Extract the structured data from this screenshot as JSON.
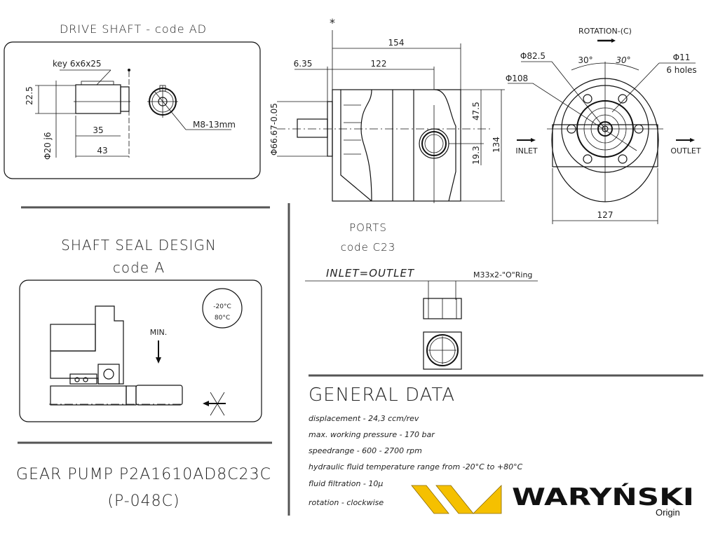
{
  "drive_shaft": {
    "title": "DRIVE SHAFT - code AD",
    "key_label": "key 6x6x25",
    "dim_height": "22.5",
    "dim_diameter": "Φ20 j6",
    "dim_35": "35",
    "dim_43": "43",
    "thread_label": "M8-13mm"
  },
  "side_view": {
    "datum_mark": "*",
    "dim_154": "154",
    "dim_122": "122",
    "dim_635": "6.35",
    "dim_flange": "Φ66.67-0.05",
    "dim_475": "47.5",
    "dim_193": "19.3",
    "dim_134": "134"
  },
  "front_view": {
    "rotation_label": "ROTATION-(C)",
    "dim_825": "Φ82.5",
    "dim_108": "Φ108",
    "angle_left": "30°",
    "angle_right": "30°",
    "holes_dia": "Φ11",
    "holes_count": "6 holes",
    "inlet": "INLET",
    "outlet": "OUTLET",
    "dim_127": "127"
  },
  "shaft_seal": {
    "title": "SHAFT SEAL DESIGN",
    "code": "code A",
    "temp_low": "-20°C",
    "temp_high": "80°C",
    "min_label": "MIN."
  },
  "ports": {
    "title": "PORTS",
    "code": "code C23",
    "inlet_outlet": "INLET=OUTLET",
    "thread": "M33x2-\"O\"Ring"
  },
  "product": {
    "name": "GEAR PUMP P2A1610AD8C23C",
    "code": "(P-048C)"
  },
  "general_data": {
    "title": "GENERAL DATA",
    "items": [
      "displacement - 24,3 ccm/rev",
      "max. working pressure - 170 bar",
      "speedrange - 600 - 2700 rpm",
      "hydraulic fluid temperature range from -20°C to +80°C",
      "fluid filtration - 10µ",
      "rotation - clockwise"
    ]
  },
  "logo": {
    "brand": "WARYŃSKI",
    "sub": "Origin",
    "color": "#F5C000"
  }
}
